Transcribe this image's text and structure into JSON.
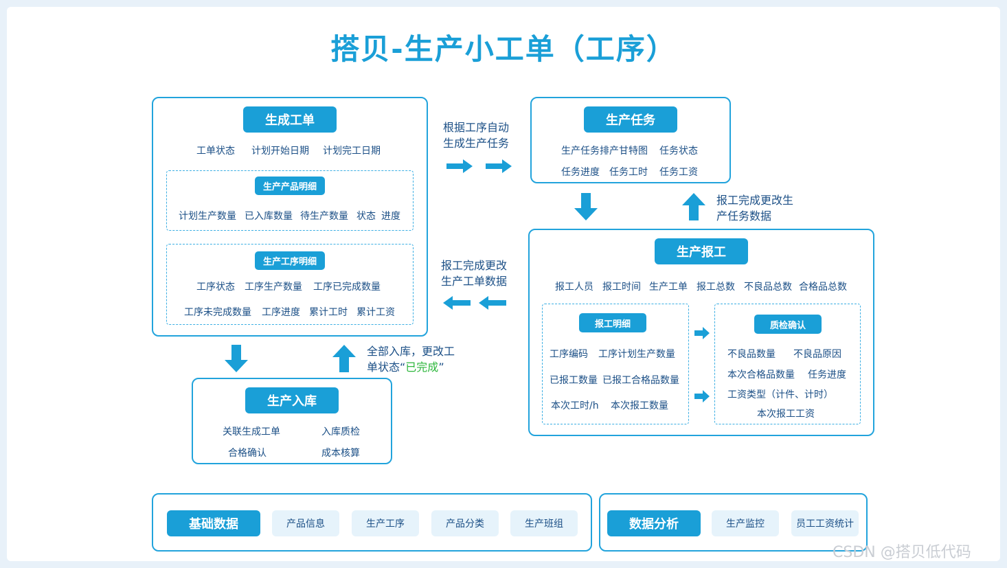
{
  "title": "搭贝-生产小工单（工序）",
  "work_order": {
    "header": "生成工单",
    "fields": [
      "工单状态",
      "计划开始日期",
      "计划完工日期"
    ],
    "product_detail": {
      "header": "生产产品明细",
      "fields": [
        "计划生产数量",
        "已入库数量",
        "待生产数量",
        "状态",
        "进度"
      ]
    },
    "process_detail": {
      "header": "生产工序明细",
      "row1": [
        "工序状态",
        "工序生产数量",
        "工序已完成数量"
      ],
      "row2": [
        "工序未完成数量",
        "工序进度",
        "累计工时",
        "累计工资"
      ]
    }
  },
  "task": {
    "header": "生产任务",
    "row1": [
      "生产任务排产甘特图",
      "任务状态"
    ],
    "row2": [
      "任务进度",
      "任务工时",
      "任务工资"
    ]
  },
  "report": {
    "header": "生产报工",
    "fields": [
      "报工人员",
      "报工时间",
      "生产工单",
      "报工总数",
      "不良品总数",
      "合格品总数"
    ],
    "detail": {
      "header": "报工明细",
      "rows": [
        [
          "工序编码",
          "工序计划生产数量"
        ],
        [
          "已报工数量",
          "已报工合格品数量"
        ],
        [
          "本次工时/h",
          "本次报工数量"
        ]
      ]
    },
    "qc": {
      "header": "质检确认",
      "rows": [
        [
          "不良品数量",
          "不良品原因"
        ],
        [
          "本次合格品数量",
          "任务进度"
        ],
        [
          "工资类型（计件、计时）"
        ],
        [
          "本次报工工资"
        ]
      ]
    }
  },
  "warehouse": {
    "header": "生产入库",
    "rows": [
      [
        "关联生成工单",
        "入库质检"
      ],
      [
        "合格确认",
        "成本核算"
      ]
    ]
  },
  "notes": {
    "auto_task": [
      "根据工序自动",
      "生成生产任务"
    ],
    "update_task": [
      "报工完成更改生",
      "产任务数据"
    ],
    "update_order": [
      "报工完成更改",
      "生产工单数据"
    ],
    "all_stored_line1": "全部入库，更改工",
    "all_stored_line2_prefix": "单状态“",
    "all_stored_status": "已完成",
    "all_stored_line2_suffix": "”"
  },
  "basic_data": {
    "header": "基础数据",
    "items": [
      "产品信息",
      "生产工序",
      "产品分类",
      "生产班组"
    ]
  },
  "analysis": {
    "header": "数据分析",
    "items": [
      "生产监控",
      "员工工资统计"
    ]
  },
  "watermark": "CSDN @搭贝低代码",
  "colors": {
    "accent": "#1a9fd7",
    "text": "#1b4f86",
    "highlight": "#2bb63a",
    "chip": "#e6f3fb"
  }
}
